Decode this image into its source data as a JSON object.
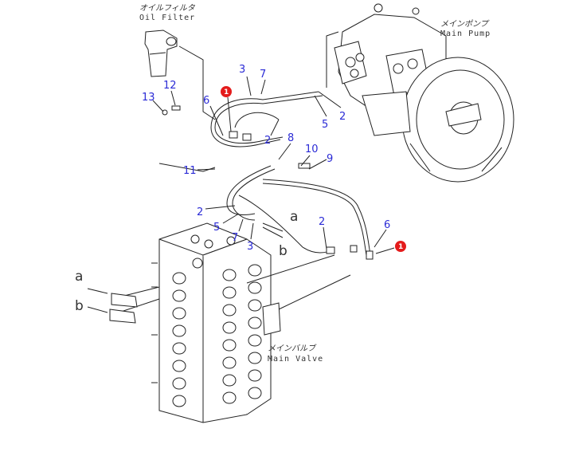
{
  "labels": {
    "oil_filter_jp": "オイルフィルタ",
    "oil_filter_en": "Oil Filter",
    "main_pump_jp": "メインポンプ",
    "main_pump_en": "Main Pump",
    "main_valve_jp": "メインバルブ",
    "main_valve_en": "Main Valve"
  },
  "callouts_upper": [
    "13",
    "12",
    "6",
    "1",
    "3",
    "7",
    "2",
    "5",
    "2",
    "8",
    "10",
    "9",
    "11"
  ],
  "callouts_lower": [
    "2",
    "5",
    "7",
    "3",
    "a",
    "b",
    "2",
    "6",
    "1"
  ],
  "port_labels": [
    "a",
    "b"
  ],
  "highlight_color": "#e41b1b",
  "callout_color": "#2b2bd6"
}
